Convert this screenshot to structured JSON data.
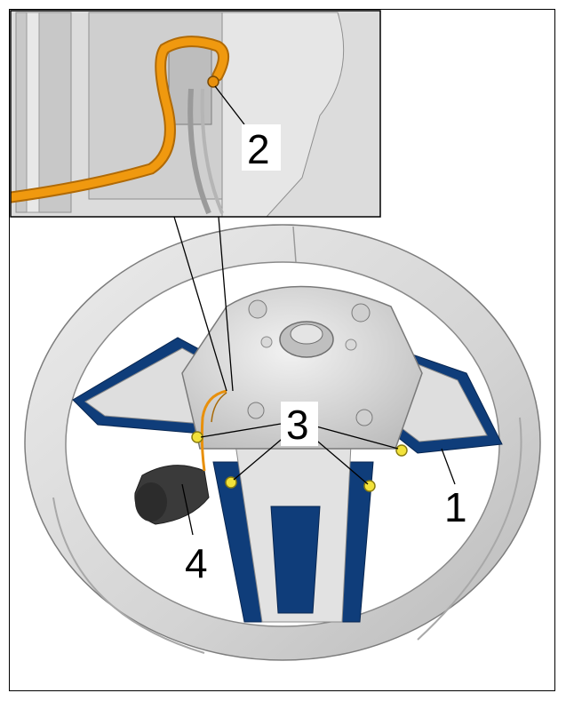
{
  "callouts": {
    "c1": "1",
    "c2": "2",
    "c3": "3",
    "c4": "4"
  },
  "colors": {
    "rim": "#dcdcdc",
    "rim_shadow": "#a9a9a9",
    "spoke_trim": "#0f3d7a",
    "harness": "#e8900c",
    "fastener": "#f2e23a",
    "inset_bg": "#d8d8d8"
  }
}
